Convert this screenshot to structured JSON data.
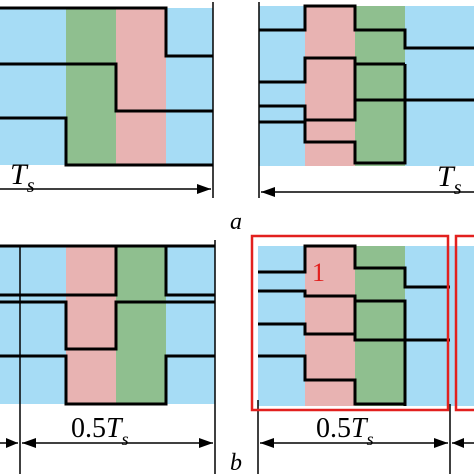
{
  "labels": {
    "period_a_left": "T",
    "period_a_left_sub": "s",
    "period_a_right": "T",
    "period_a_right_sub": "s",
    "panel_a": "a",
    "half_period_b_left": "0.5",
    "half_period_b_left_T": "T",
    "half_period_b_left_sub": "s",
    "half_period_b_right": "0.5",
    "half_period_b_right_T": "T",
    "half_period_b_right_sub": "s",
    "panel_b": "b",
    "marker_1": "1"
  },
  "colors": {
    "blue": "#a6dcf5",
    "green": "#8fbf8f",
    "pink": "#e8b3b2",
    "line": "#000000",
    "highlight": "#e2201e"
  }
}
